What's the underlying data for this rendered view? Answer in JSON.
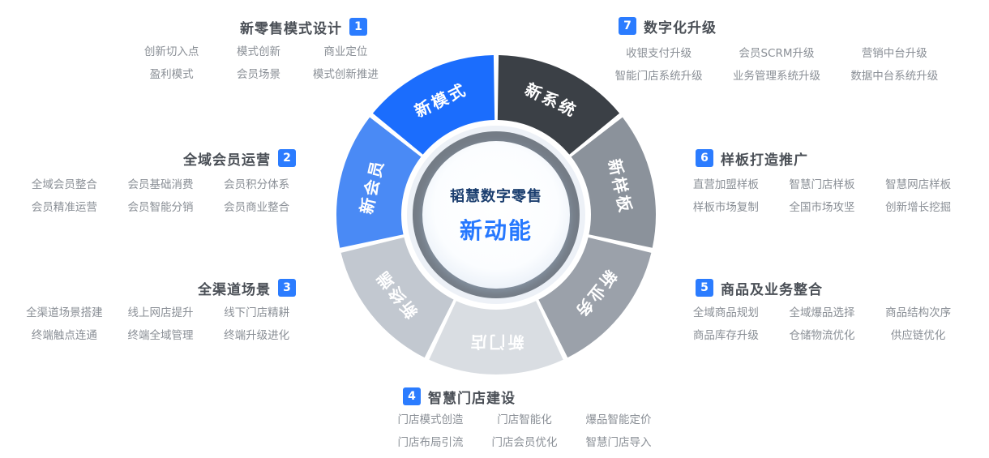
{
  "accent_color": "#2b7cff",
  "center": {
    "title": "韬慧数字零售",
    "subtitle": "新动能"
  },
  "wheel": {
    "ring_color": "#747c86",
    "halo_color": "#edf1f7",
    "segments": [
      {
        "label": "新系统",
        "color": "#3b4046"
      },
      {
        "label": "新样板",
        "color": "#8b929b"
      },
      {
        "label": "新业务",
        "color": "#9ba1aa"
      },
      {
        "label": "新门店",
        "color": "#d9dde2"
      },
      {
        "label": "新终端",
        "color": "#c2c8d0"
      },
      {
        "label": "新会员",
        "color": "#4a8af5"
      },
      {
        "label": "新模式",
        "color": "#1b6dfd"
      }
    ]
  },
  "sections": [
    {
      "number": "1",
      "title": "新零售模式设计",
      "items": [
        "创新切入点",
        "模式创新",
        "商业定位",
        "盈利模式",
        "会员场景",
        "模式创新推进"
      ]
    },
    {
      "number": "2",
      "title": "全域会员运营",
      "items": [
        "全域会员整合",
        "会员基础消费",
        "会员积分体系",
        "会员精准运营",
        "会员智能分销",
        "会员商业整合"
      ]
    },
    {
      "number": "3",
      "title": "全渠道场景",
      "items": [
        "全渠道场景搭建",
        "线上网店提升",
        "线下门店精耕",
        "终端触点连通",
        "终端全域管理",
        "终端升级进化"
      ]
    },
    {
      "number": "4",
      "title": "智慧门店建设",
      "items": [
        "门店模式创造",
        "门店智能化",
        "爆品智能定价",
        "门店布局引流",
        "门店会员优化",
        "智慧门店导入"
      ]
    },
    {
      "number": "5",
      "title": "商品及业务整合",
      "items": [
        "全域商品规划",
        "全域爆品选择",
        "商品结构次序",
        "商品库存升级",
        "仓储物流优化",
        "供应链优化"
      ]
    },
    {
      "number": "6",
      "title": "样板打造推广",
      "items": [
        "直营加盟样板",
        "智慧门店样板",
        "智慧网店样板",
        "样板市场复制",
        "全国市场攻坚",
        "创新增长挖掘"
      ]
    },
    {
      "number": "7",
      "title": "数字化升级",
      "items": [
        "收银支付升级",
        "会员SCRM升级",
        "营销中台升级",
        "智能门店系统升级",
        "业务管理系统升级",
        "数据中台系统升级"
      ]
    }
  ]
}
